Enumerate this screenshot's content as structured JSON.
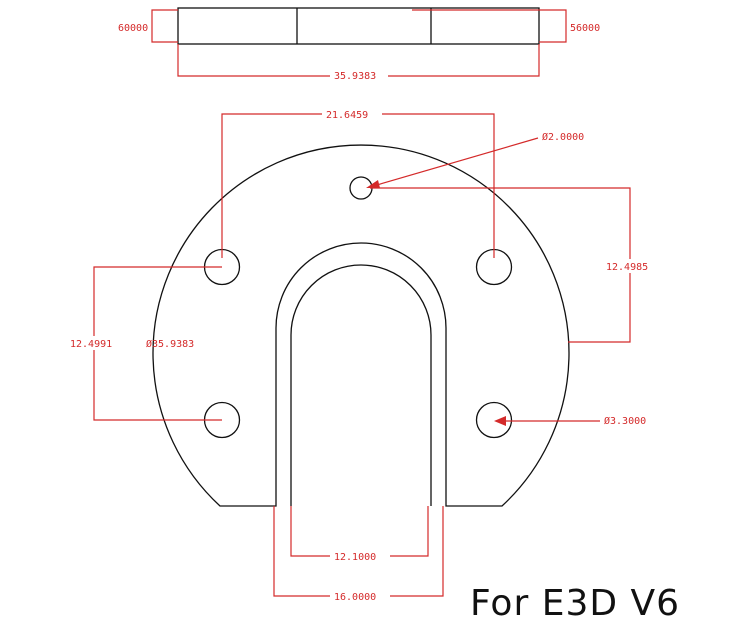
{
  "side_view": {
    "left_height_label": "60000",
    "right_height_label": "56000",
    "width_label": "35.9383"
  },
  "plan_view": {
    "top_hole_spacing": "21.6459",
    "center_hole_diameter": "Ø2.0000",
    "right_vertical_spacing": "12.4985",
    "left_vertical_spacing": "12.4991",
    "outer_diameter": "Ø35.9383",
    "mount_hole_diameter": "Ø3.3000",
    "slot_inner_width": "12.1000",
    "slot_outer_width": "16.0000"
  },
  "caption": "For E3D V6",
  "colors": {
    "dimension": "#d42a2a",
    "outline": "#111111"
  }
}
